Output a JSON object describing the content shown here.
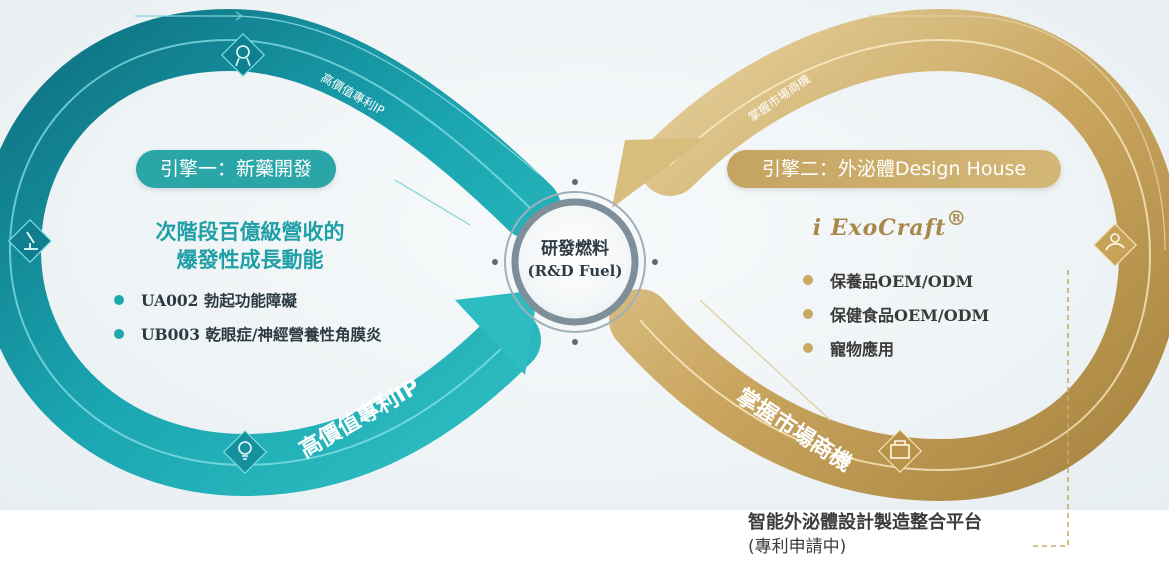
{
  "left_engine": {
    "title": "引擎一：新藥開發",
    "heading_line1": "次階段百億級營收的",
    "heading_line2": "爆發性成長動能",
    "bullets": [
      "UA002 勃起功能障礙",
      "UB003 乾眼症/神經營養性角膜炎"
    ],
    "arrow_label_small": "高價值專利IP",
    "arrow_label_large": "高價值專利IP"
  },
  "right_engine": {
    "title": "引擎二：外泌體Design House",
    "brand": "i ExoCraft",
    "brand_mark": "®",
    "bullets": [
      "保養品OEM/ODM",
      "保健食品OEM/ODM",
      "寵物應用"
    ],
    "arrow_label_small": "掌握市場商機",
    "arrow_label_large": "掌握市場商機"
  },
  "core": {
    "line1": "研發燃料",
    "line2": "(R&D Fuel)"
  },
  "note": {
    "line1": "智能外泌體設計製造整合平台",
    "line2": "(專利申請中)"
  },
  "colors": {
    "teal": "#1fa7ab",
    "teal_dark": "#0f7d8a",
    "gold": "#c9a864",
    "gold_dark": "#a3833f"
  },
  "icons": {
    "left_top": "award-ribbon-icon",
    "left_side": "microscope-icon",
    "left_bottom": "lightbulb-icon",
    "right_side": "hand-care-icon",
    "right_bottom": "pet-carrier-icon"
  }
}
